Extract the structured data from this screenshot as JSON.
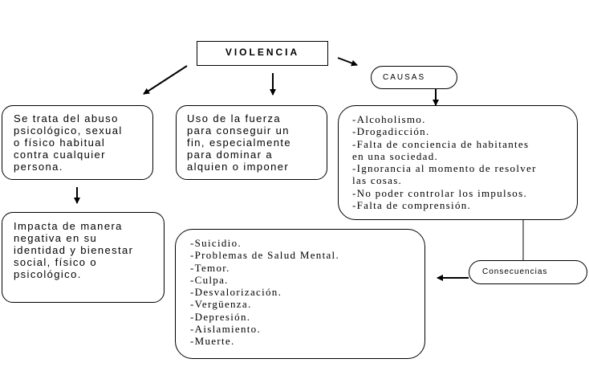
{
  "title": "VIOLENCIA",
  "causas_label": "CAUSAS",
  "consecuencias_label": "Consecuencias",
  "definition_abuse": "Se trata del abuso\npsicológico, sexual\no físico habitual\ncontra cualquier\npersona.",
  "definition_force": "Uso de la fuerza\npara conseguir un\nfin, especialmente\npara dominar a\nalquien o imponer",
  "impact": "Impacta de manera\nnegativa en su\nidentidad y bienestar\nsocial, físico o\npsicológico.",
  "causas_list": [
    "-Alcoholismo.",
    "-Drogadicción.",
    "-Falta de conciencia de habitantes",
    "en una sociedad.",
    "-Ignorancia al momento de resolver",
    "las cosas.",
    "-No poder controlar los impulsos.",
    "-Falta de comprensión."
  ],
  "consecuencias_list": [
    "-Suicidio.",
    "-Problemas de Salud Mental.",
    "-Temor.",
    "-Culpa.",
    "-Desvalorización.",
    "-Vergüenza.",
    "-Depresión.",
    "-Aislamiento.",
    "-Muerte."
  ]
}
